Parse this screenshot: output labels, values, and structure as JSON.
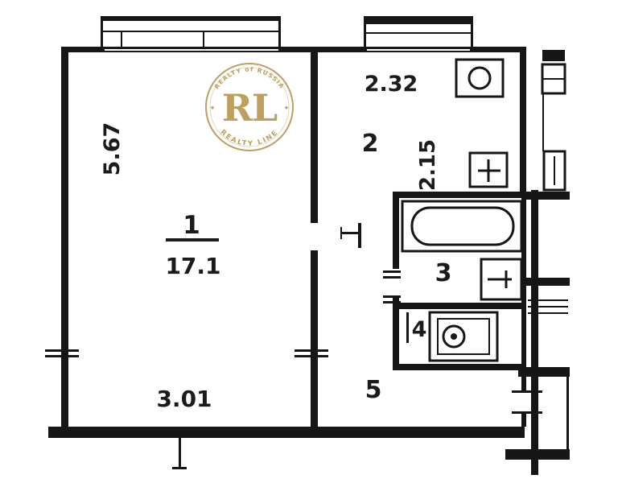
{
  "page": {
    "title": "apartment floor plan",
    "ink_color": "#161616",
    "paper_color": "#ffffff"
  },
  "labels": {
    "room1": {
      "number": "1",
      "area": "17.1",
      "width": "3.01",
      "depth": "5.67"
    },
    "room2": {
      "number": "2",
      "width": "2.32",
      "depth": "2.15"
    },
    "room3": {
      "number": "3"
    },
    "room4": {
      "number": "4"
    },
    "room5": {
      "number": "5"
    }
  },
  "watermark": {
    "initials": "RL",
    "top_arc": "REALTY of RUSSIA",
    "bottom_arc": "REALTY LINE",
    "star": "✦",
    "color": "#b5924a"
  }
}
